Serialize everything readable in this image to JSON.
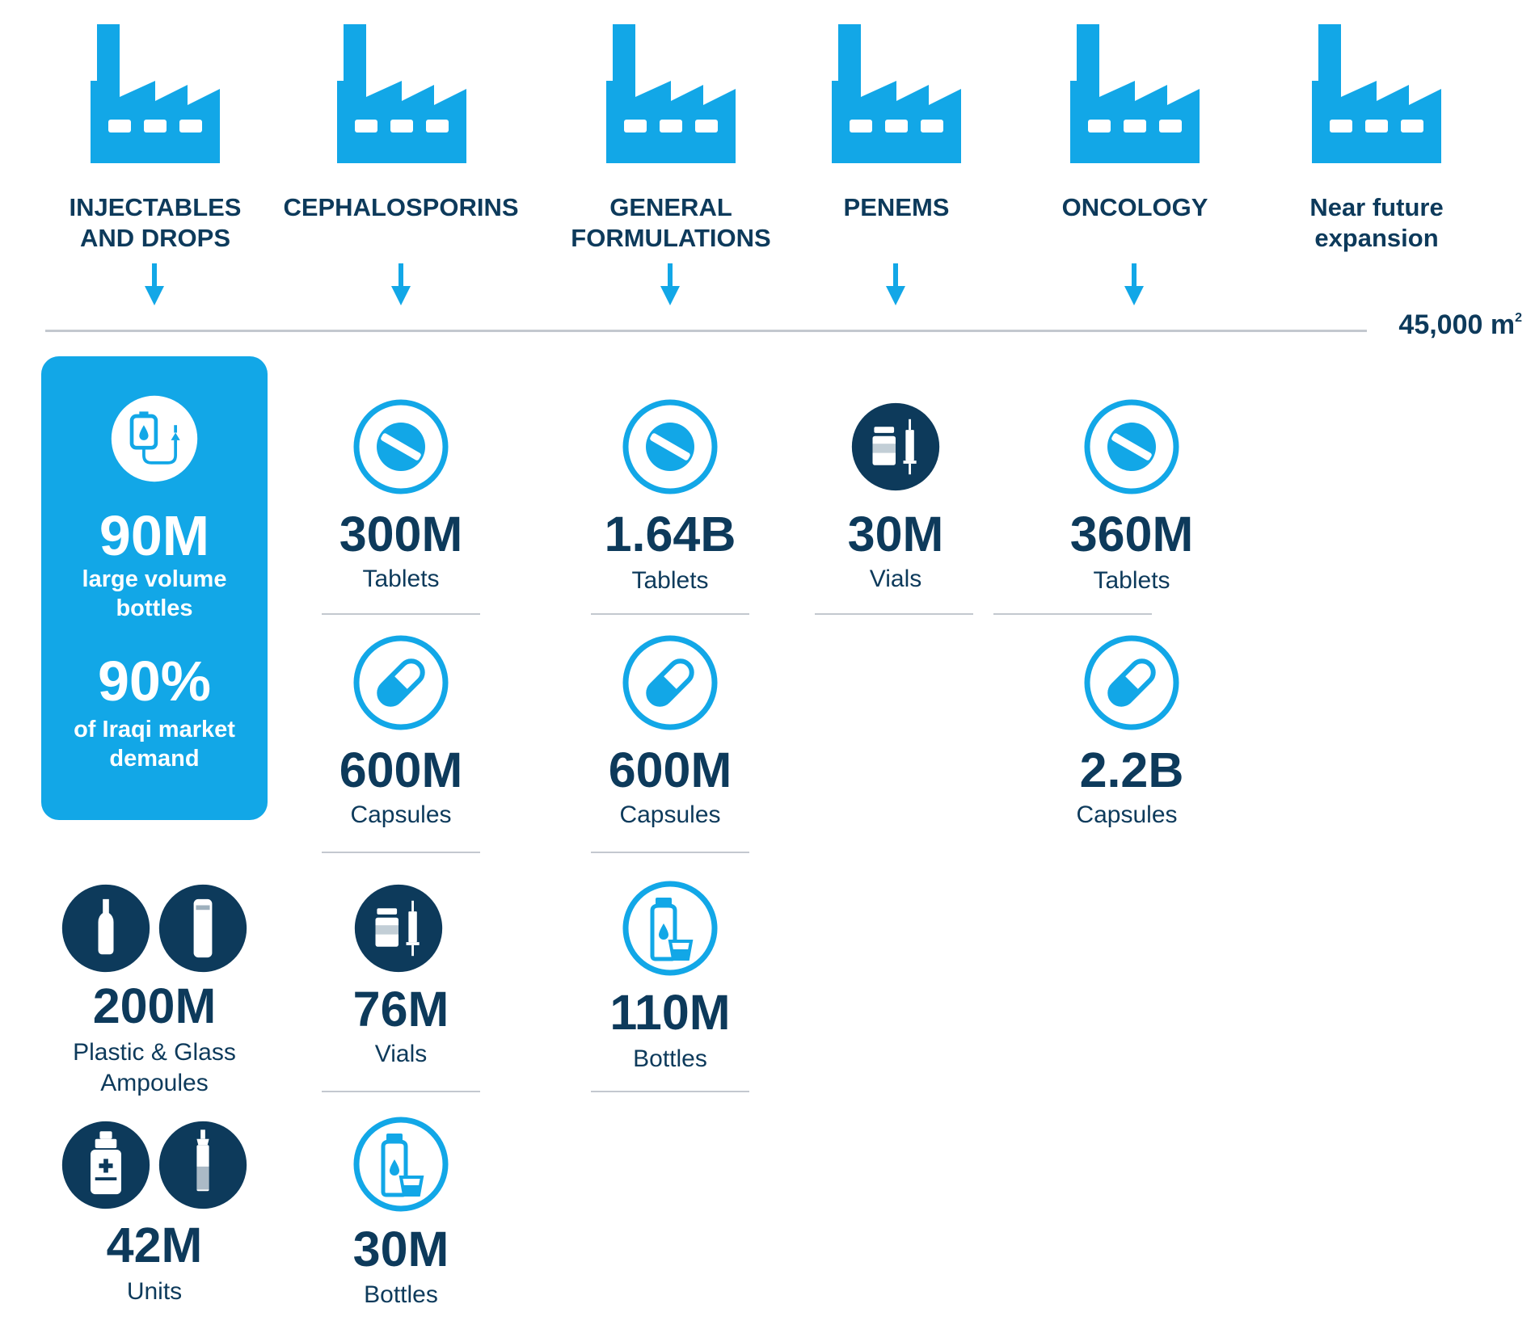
{
  "plants": [
    {
      "label": "INJECTABLES\nAND DROPS"
    },
    {
      "label": "CEPHALOSPORINS"
    },
    {
      "label": "GENERAL\nFORMULATIONS"
    },
    {
      "label": "PENEMS"
    },
    {
      "label": "ONCOLOGY"
    },
    {
      "label": "Near future\nexpansion"
    }
  ],
  "total_area": {
    "value": "45,000 m",
    "superscript": "2"
  },
  "highlight": {
    "value1": "90M",
    "label1": "large volume\nbottles",
    "value2": "90%",
    "label2": "of Iraqi market\ndemand"
  },
  "injectables": [
    {
      "value": "200M",
      "label": "Plastic & Glass\nAmpoules"
    },
    {
      "value": "42M",
      "label": "Units"
    }
  ],
  "cephalosporins": [
    {
      "value": "300M",
      "label": "Tablets"
    },
    {
      "value": "600M",
      "label": "Capsules"
    },
    {
      "value": "76M",
      "label": "Vials"
    },
    {
      "value": "30M",
      "label": "Bottles"
    }
  ],
  "general": [
    {
      "value": "1.64B",
      "label": "Tablets"
    },
    {
      "value": "600M",
      "label": "Capsules"
    },
    {
      "value": "110M",
      "label": "Bottles"
    }
  ],
  "penems": [
    {
      "value": "30M",
      "label": "Vials"
    }
  ],
  "oncology": [
    {
      "value": "360M",
      "label": "Tablets"
    },
    {
      "value": "2.2B",
      "label": "Capsules"
    }
  ],
  "colors": {
    "accent": "#12a7e7",
    "dark": "#0d3a5b",
    "divider": "#c3c8cf"
  },
  "icons": [
    "factory-icon",
    "down-arrow-icon",
    "iv-bag-icon",
    "tablet-icon",
    "capsule-icon",
    "vial-syringe-icon",
    "bottle-icon",
    "ampoule-icon",
    "drops-bottle-icon"
  ]
}
